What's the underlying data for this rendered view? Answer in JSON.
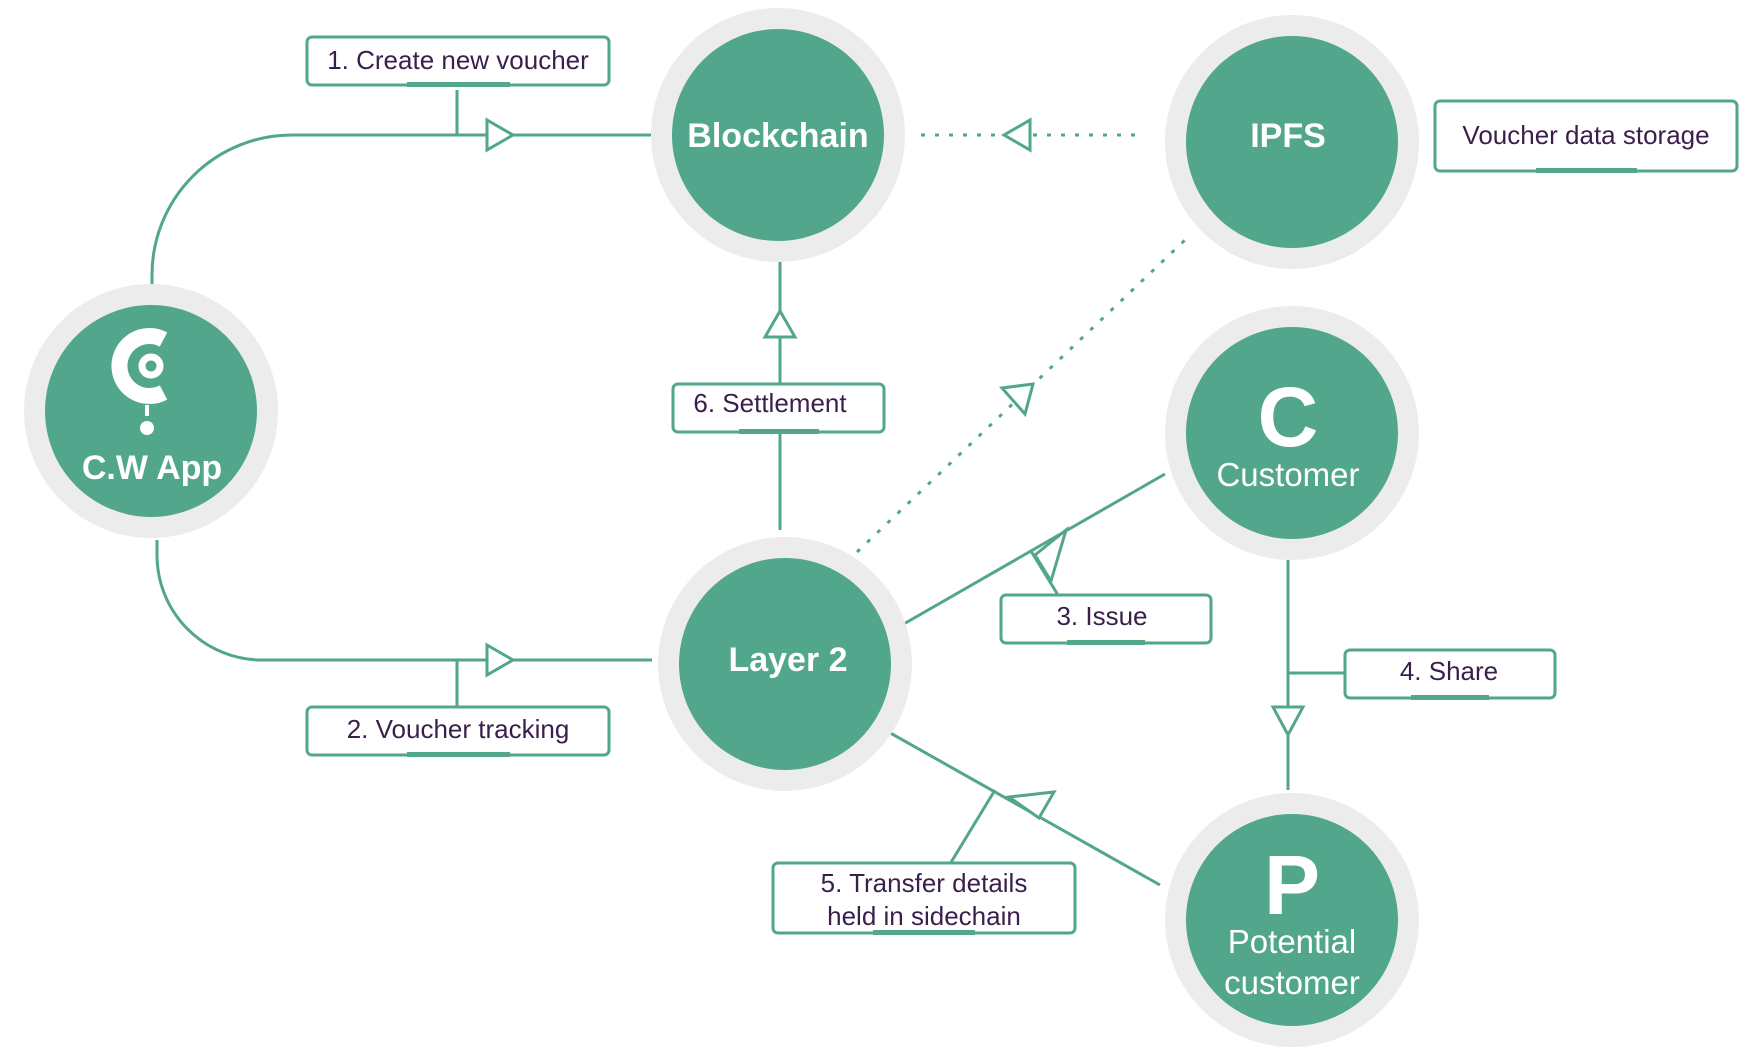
{
  "colors": {
    "accent": "#52a68c",
    "halo": "#ececec",
    "label_text": "#3a1f4d",
    "node_text": "#ffffff"
  },
  "nodes": {
    "cw_app": {
      "title": "C.W App",
      "icon": "cw-logo-icon"
    },
    "blockchain": {
      "title": "Blockchain"
    },
    "ipfs": {
      "title": "IPFS"
    },
    "layer2": {
      "title": "Layer 2"
    },
    "customer": {
      "letter": "C",
      "subtitle": "Customer"
    },
    "potential_customer": {
      "letter": "P",
      "subtitle_line1": "Potential",
      "subtitle_line2": "customer"
    }
  },
  "labels": {
    "create_voucher": "1. Create new voucher",
    "voucher_tracking": "2. Voucher tracking",
    "issue": "3. Issue",
    "share": "4. Share",
    "transfer_line1": "5. Transfer details",
    "transfer_line2": "held in sidechain",
    "settlement": "6. Settlement",
    "voucher_storage": "Voucher data storage"
  }
}
